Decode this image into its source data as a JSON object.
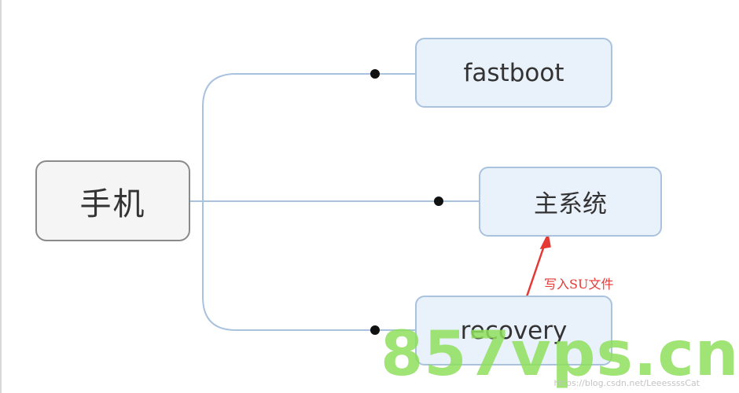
{
  "diagram": {
    "root": {
      "label": "手机"
    },
    "children": [
      {
        "id": "fastboot",
        "label": "fastboot"
      },
      {
        "id": "main",
        "label": "主系统"
      },
      {
        "id": "recovery",
        "label": "recovery"
      }
    ],
    "annotation": {
      "text": "写入SU文件",
      "color": "#e53935"
    },
    "colors": {
      "connector": "#a9c2de",
      "dot": "#111111",
      "child_fill": "#e9f1fa",
      "root_fill": "#f5f5f5"
    }
  },
  "watermark": {
    "text": "857vps.cn",
    "credit": "https://blog.csdn.net/LeeessssCat"
  }
}
